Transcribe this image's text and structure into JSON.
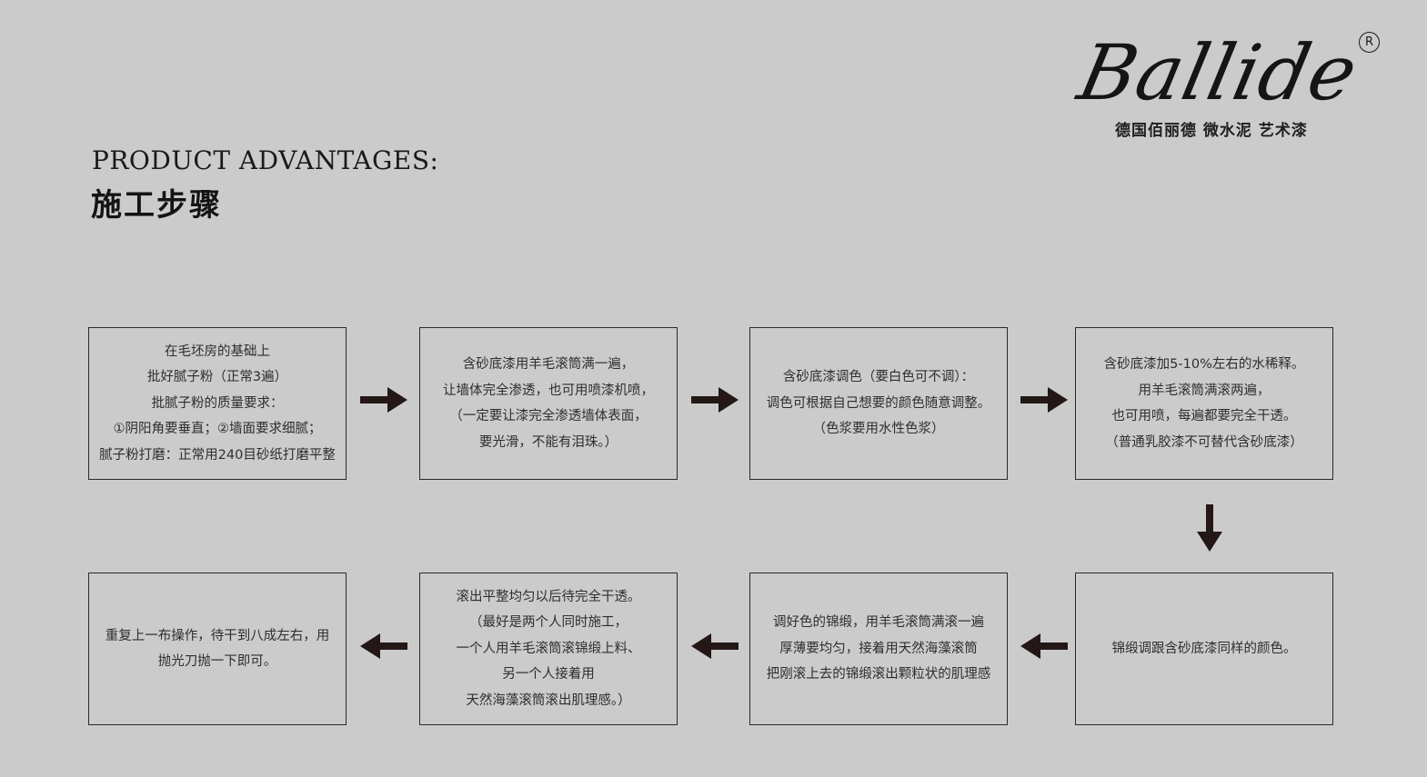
{
  "logo": {
    "script": "Ballide",
    "registered": "R",
    "subtitle": "德国佰丽德  微水泥  艺术漆"
  },
  "heading": {
    "en": "PRODUCT ADVANTAGES:",
    "zh": "施工步骤"
  },
  "steps": [
    {
      "text": "在毛坯房的基础上\n批好腻子粉（正常3遍）\n批腻子粉的质量要求：\n①阴阳角要垂直；②墙面要求细腻；\n腻子粉打磨：正常用240目砂纸打磨平整"
    },
    {
      "text": "含砂底漆用羊毛滚筒满一遍，\n让墙体完全渗透，也可用喷漆机喷，\n（一定要让漆完全渗透墙体表面，\n要光滑，不能有泪珠。）"
    },
    {
      "text": "含砂底漆调色（要白色可不调）：\n调色可根据自己想要的颜色随意调整。\n（色浆要用水性色浆）"
    },
    {
      "text": "含砂底漆加5-10%左右的水稀释。\n用羊毛滚筒满滚两遍，\n也可用喷，每遍都要完全干透。\n（普通乳胶漆不可替代含砂底漆）"
    },
    {
      "text": "锦缎调跟含砂底漆同样的颜色。"
    },
    {
      "text": "调好色的锦缎，用羊毛滚筒满滚一遍\n厚薄要均匀，接着用天然海藻滚筒\n把刚滚上去的锦缎滚出颗粒状的肌理感"
    },
    {
      "text": "滚出平整均匀以后待完全干透。\n（最好是两个人同时施工，\n一个人用羊毛滚筒滚锦缎上料、\n另一个人接着用\n天然海藻滚筒滚出肌理感。）"
    },
    {
      "text": "重复上一布操作，待干到八成左右，用\n抛光刀抛一下即可。"
    }
  ],
  "colors": {
    "background": "#cbcbcb",
    "border": "#2a2a2a",
    "arrow": "#231816"
  }
}
